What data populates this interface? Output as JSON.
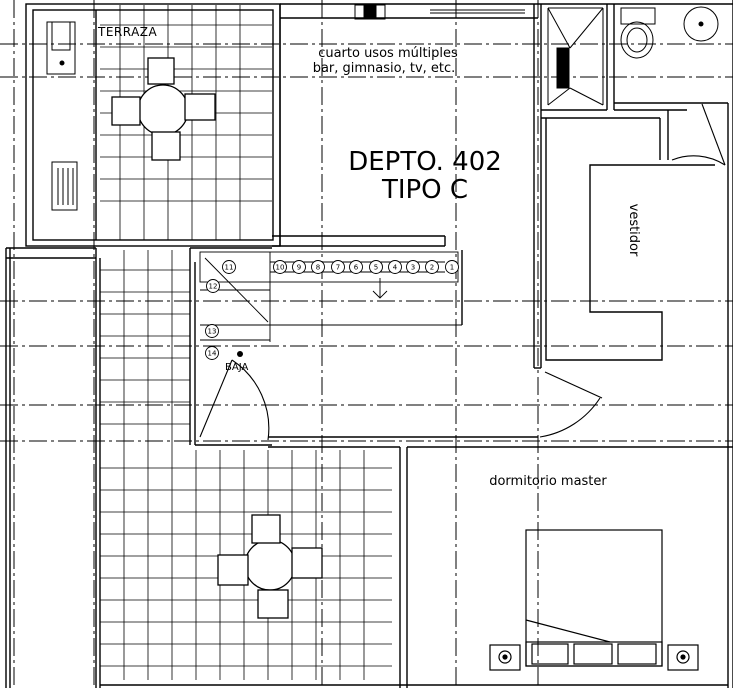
{
  "title": {
    "line1": "DEPTO. 402",
    "line2": "TIPO C"
  },
  "rooms": {
    "terraza": "TERRAZA",
    "cuarto_line1": "cuarto usos múltiples",
    "cuarto_line2": "bar, gimnasio, tv, etc.",
    "vestidor": "vestidor",
    "dormitorio": "dormitorio master",
    "baja": "BAJA"
  },
  "stair_steps": [
    "1",
    "2",
    "3",
    "4",
    "5",
    "6",
    "7",
    "8",
    "9",
    "10",
    "11",
    "12",
    "13",
    "14"
  ],
  "colors": {
    "ink": "#000000",
    "paper": "#ffffff"
  }
}
